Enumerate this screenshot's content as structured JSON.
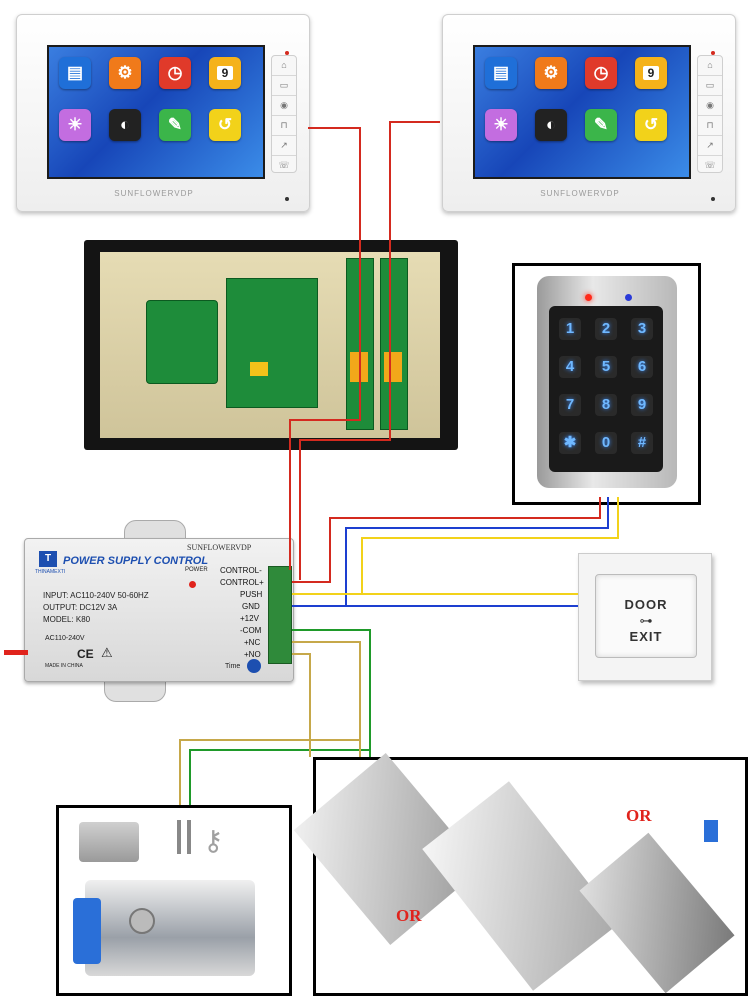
{
  "monitor": {
    "brand": "SUNFLOWERVDP",
    "calendar_day": "9",
    "apps": [
      "folder-icon",
      "gear-icon",
      "clock-icon",
      "calendar-icon",
      "brightness-icon",
      "contrast-icon",
      "palette-icon",
      "back-icon"
    ]
  },
  "keypad": {
    "keys": [
      "1",
      "2",
      "3",
      "4",
      "5",
      "6",
      "7",
      "8",
      "9",
      "✱",
      "0",
      "#"
    ]
  },
  "psu": {
    "title": "POWER SUPPLY CONTROL",
    "brand": "SUNFLOWERVDP",
    "logo_caption": "THINAMEXTI",
    "power_label": "POWER",
    "input": "INPUT: AC110-240V  50-60HZ",
    "output": "OUTPUT: DC12V  3A",
    "model": "MODEL: K80",
    "ac_label": "AC110-240V",
    "made_in": "MADE IN CHINA",
    "ce": "CE",
    "time_label": "Time",
    "terminals": [
      "CONTROL-",
      "CONTROL+",
      "PUSH",
      "GND",
      "+12V",
      "-COM",
      "+NC",
      "+NO"
    ]
  },
  "exit_button": {
    "line1": "DOOR",
    "line2": "EXIT"
  },
  "or_labels": [
    "OR",
    "OR"
  ],
  "wire_colors": {
    "red": "#d42a1f",
    "blue": "#1d3fd0",
    "yellow": "#f2d21a",
    "green": "#1f9a2a",
    "khaki": "#c6a84a"
  }
}
